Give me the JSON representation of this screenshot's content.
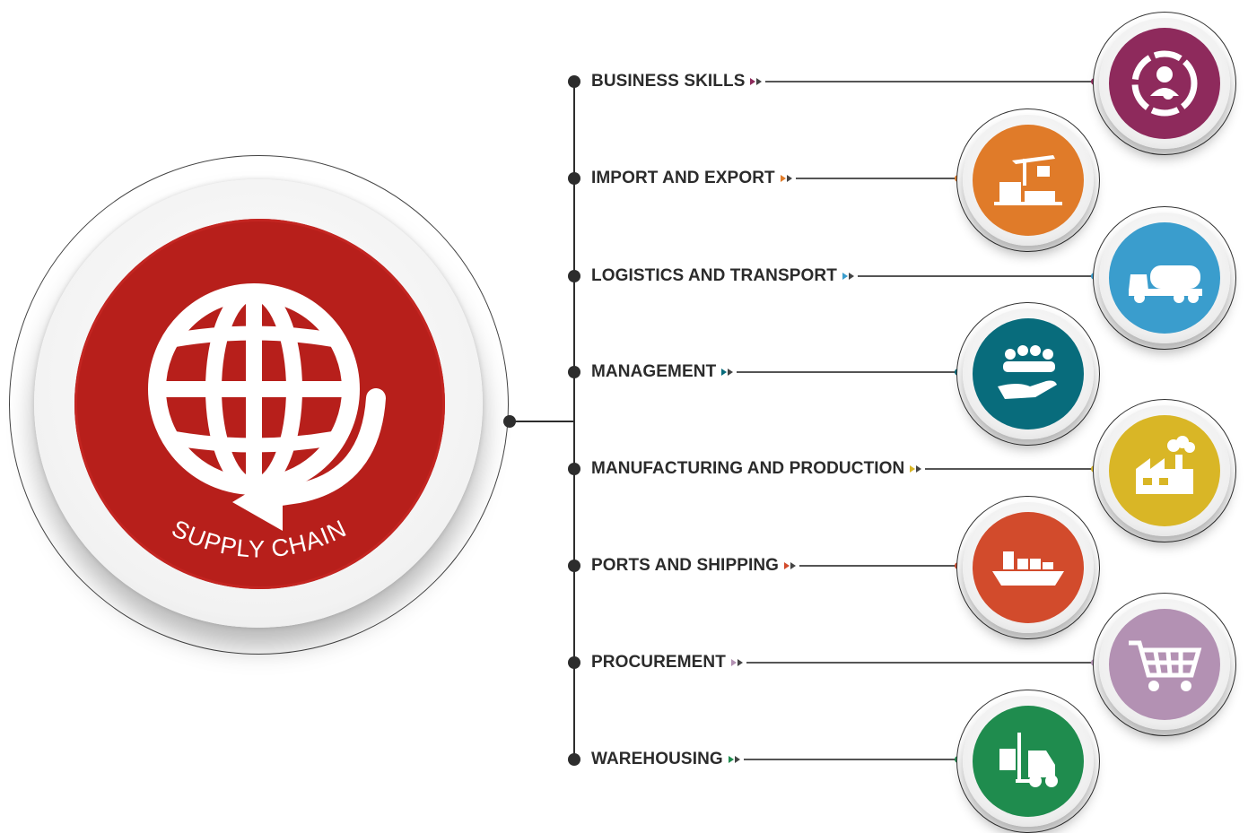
{
  "hub": {
    "label": "SUPPLY CHAIN",
    "icon": "globe-arrow-icon",
    "color": "#b71f1b"
  },
  "branches": [
    {
      "label": "BUSINESS SKILLS",
      "icon": "person-cycle-icon",
      "color": "#8e2a5c"
    },
    {
      "label": "IMPORT AND EXPORT",
      "icon": "crane-crates-icon",
      "color": "#e07b29"
    },
    {
      "label": "LOGISTICS AND TRANSPORT",
      "icon": "tanker-truck-icon",
      "color": "#3a9dcd"
    },
    {
      "label": "MANAGEMENT",
      "icon": "team-hand-icon",
      "color": "#086c7c"
    },
    {
      "label": "MANUFACTURING AND PRODUCTION",
      "icon": "factory-icon",
      "color": "#d9b626"
    },
    {
      "label": "PORTS AND SHIPPING",
      "icon": "cargo-ship-icon",
      "color": "#d24b2c"
    },
    {
      "label": "PROCUREMENT",
      "icon": "shopping-cart-icon",
      "color": "#b391b3"
    },
    {
      "label": "WAREHOUSING",
      "icon": "forklift-icon",
      "color": "#1f8c4e"
    }
  ]
}
